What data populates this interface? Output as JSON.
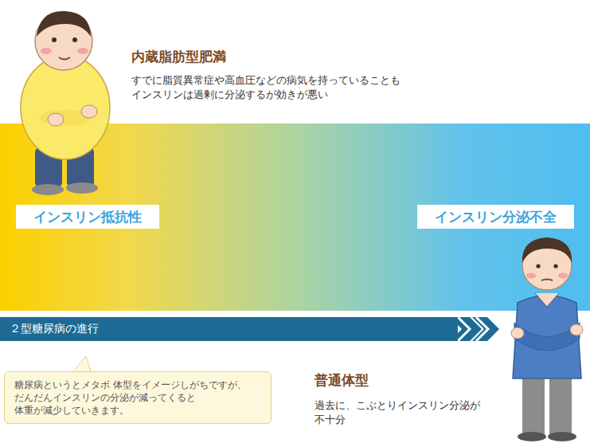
{
  "diagram": {
    "nodes": [
      {
        "text": [
          "インスリン抵抗性"
        ]
      },
      {
        "text": [
          "インスリン分泌不全"
        ]
      },
      {
        "text": [
          "２型糖尿病の進行"
        ]
      },
      {
        "text": [
          "糖尿病というとメタボ 体型をイメージしがちですが、 だんだんインスリンの分泌が減ってくると 体重が減少していきます。"
        ]
      }
    ],
    "labels": [
      "内蔵脂肪型肥満",
      "すでに脂質異常症や高血圧などの病気を持っていることも インスリンは過剰に分泌するが効きが悪い",
      "普通体型",
      "過去に、こぶとりインスリン分泌が 不十分"
    ]
  }
}
